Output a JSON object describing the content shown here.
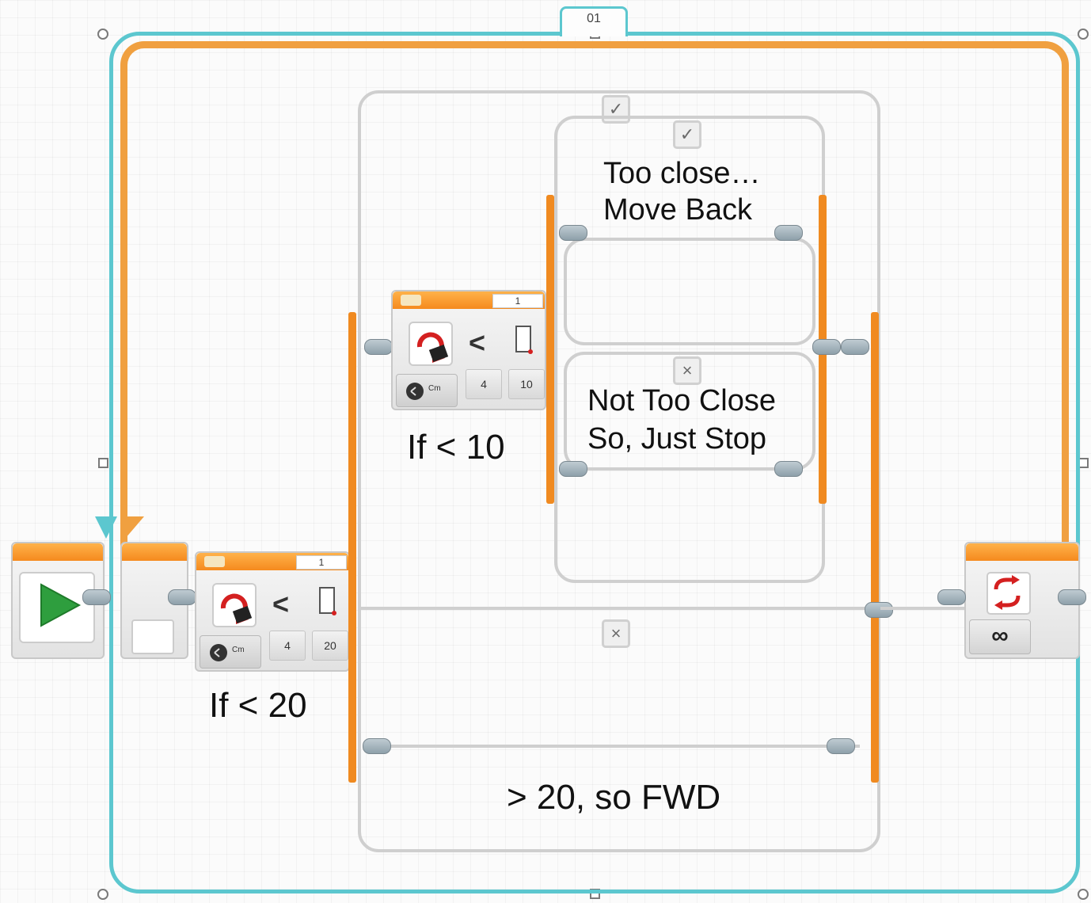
{
  "loop": {
    "name": "01",
    "count_icon": "∞"
  },
  "switch_outer": {
    "threshold_port": "4",
    "threshold_value": "20",
    "operator": "<",
    "header_value": "1"
  },
  "switch_inner": {
    "threshold_port": "4",
    "threshold_value": "10",
    "operator": "<",
    "header_value": "1"
  },
  "case_tabs": {
    "true_mark": "✓",
    "false_mark": "×"
  },
  "annotations": {
    "too_close": "Too close…\nMove Back",
    "not_too_close": "Not Too Close\nSo, Just Stop",
    "if_lt_10": "If < 10",
    "if_lt_20": "If < 20",
    "gt_20": "> 20, so FWD"
  },
  "mode_label": "Cm",
  "colors": {
    "loop_border": "#5cc7cf",
    "wire": "#f08a20",
    "start_triangle": "#2e9e3e",
    "sensor_red": "#d42020"
  }
}
